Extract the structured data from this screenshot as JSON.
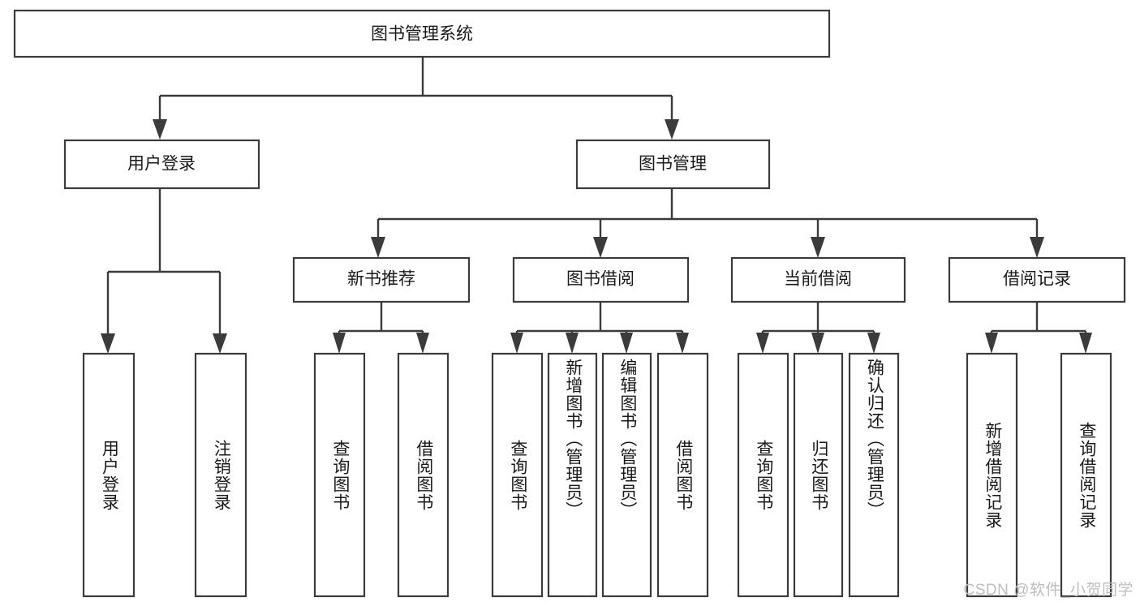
{
  "diagram": {
    "type": "hierarchy-tree",
    "title": "图书管理系统",
    "orientation": "top-down",
    "colors": {
      "box_fill": "#ffffff",
      "box_stroke": "#3b3b3b",
      "connector": "#3b3b3b",
      "text": "#1a1a1a",
      "background": "#ffffff",
      "watermark": "#bdbdbd"
    },
    "root": {
      "label": "图书管理系统"
    },
    "level1": [
      {
        "label": "用户登录"
      },
      {
        "label": "图书管理"
      }
    ],
    "level2": [
      {
        "label": "新书推荐"
      },
      {
        "label": "图书借阅"
      },
      {
        "label": "当前借阅"
      },
      {
        "label": "借阅记录"
      }
    ],
    "leaves": {
      "user_login": [
        {
          "label": "用户登录"
        },
        {
          "label": "注销登录"
        }
      ],
      "new_book_recommend": [
        {
          "label": "查询图书"
        },
        {
          "label": "借阅图书"
        }
      ],
      "book_borrow": [
        {
          "label": "查询图书"
        },
        {
          "label": "新增图书（管理员）"
        },
        {
          "label": "编辑图书（管理员）"
        },
        {
          "label": "借阅图书"
        }
      ],
      "current_borrow": [
        {
          "label": "查询图书"
        },
        {
          "label": "归还图书"
        },
        {
          "label": "确认归还（管理员）"
        }
      ],
      "borrow_record": [
        {
          "label": "新增借阅记录"
        },
        {
          "label": "查询借阅记录"
        }
      ]
    }
  },
  "watermark": {
    "text": "CSDN @软件_小贺同学"
  }
}
